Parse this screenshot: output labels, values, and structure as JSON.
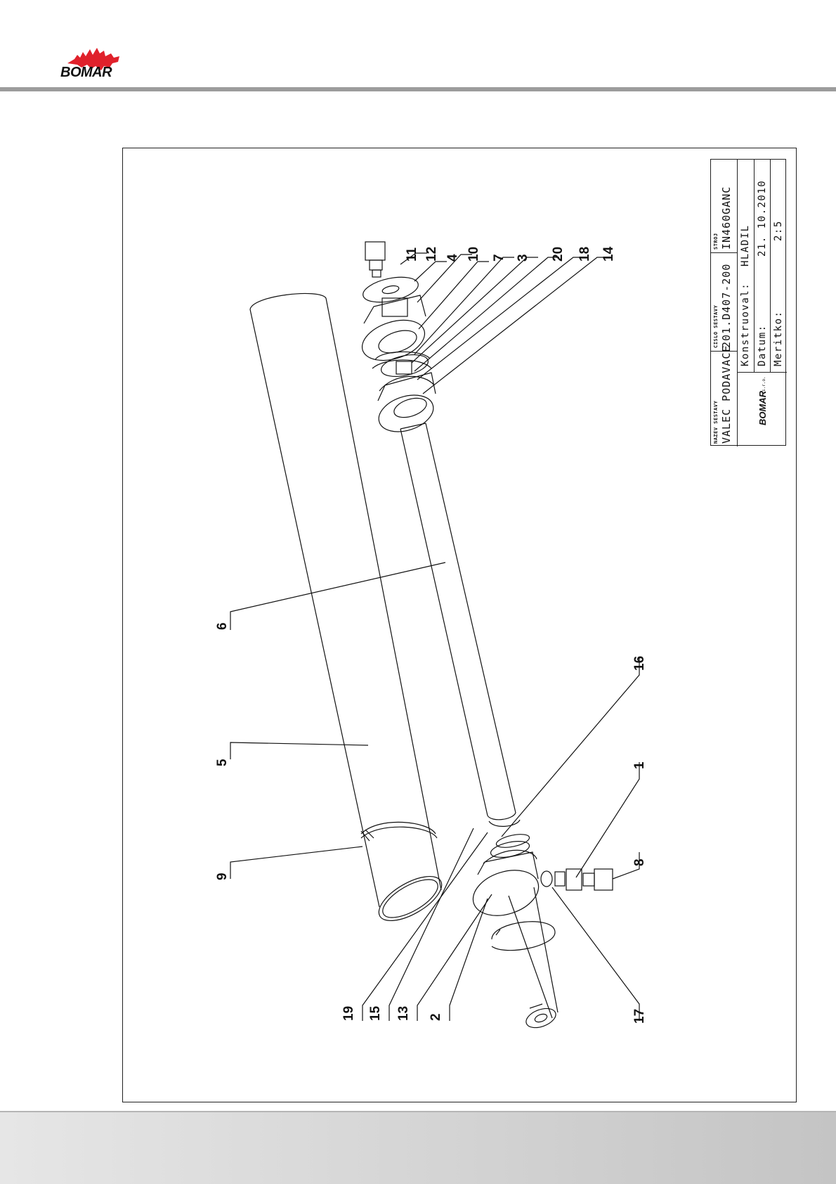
{
  "header": {
    "logo_text": "BOMAR",
    "logo_color": "#e0212b"
  },
  "drawing": {
    "balloons": [
      "11",
      "12",
      "4",
      "10",
      "7",
      "3",
      "20",
      "18",
      "14",
      "6",
      "5",
      "9",
      "16",
      "1",
      "8",
      "19",
      "15",
      "13",
      "2",
      "17"
    ]
  },
  "title_block": {
    "name_label": "NAZEV SESTAVY",
    "name_value": "VALEC PODAVACE",
    "number_label": "CISLO SESTAVY",
    "number_value": "201.D407-200",
    "machine_label": "STROJ",
    "machine_value": "IN460GANC",
    "designed_label": "Konstruoval:",
    "designed_value": "HLADIL",
    "date_label": "Datum:",
    "date_value": "21. 10.2010",
    "scale_label": "Meritko:",
    "scale_value": "2:5",
    "logo_text": "BOMAR",
    "logo_suffix": "s.r.o."
  }
}
